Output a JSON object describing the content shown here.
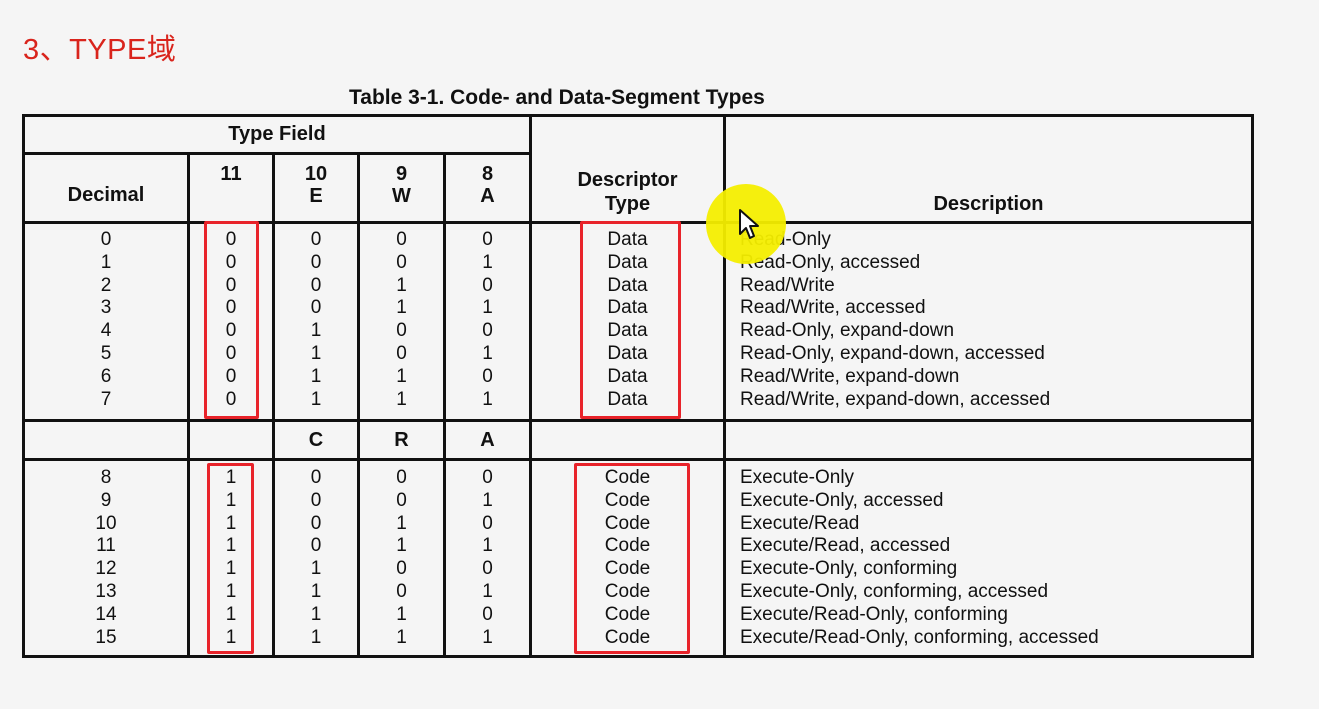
{
  "heading": "3、TYPE域",
  "caption": "Table 3-1.  Code- and Data-Segment Types",
  "header": {
    "type_field": "Type Field",
    "decimal": "Decimal",
    "b11": "11",
    "b10": "10",
    "b10_sub": "E",
    "b9": "9",
    "b9_sub": "W",
    "b8": "8",
    "b8_sub": "A",
    "descriptor_type_1": "Descriptor",
    "descriptor_type_2": "Type",
    "description": "Description"
  },
  "code_header": {
    "c": "C",
    "r": "R",
    "a": "A"
  },
  "data_rows": [
    {
      "dec": "0",
      "b11": "0",
      "b10": "0",
      "b9": "0",
      "b8": "0",
      "type": "Data",
      "desc": "Read-Only"
    },
    {
      "dec": "1",
      "b11": "0",
      "b10": "0",
      "b9": "0",
      "b8": "1",
      "type": "Data",
      "desc": "Read-Only, accessed"
    },
    {
      "dec": "2",
      "b11": "0",
      "b10": "0",
      "b9": "1",
      "b8": "0",
      "type": "Data",
      "desc": "Read/Write"
    },
    {
      "dec": "3",
      "b11": "0",
      "b10": "0",
      "b9": "1",
      "b8": "1",
      "type": "Data",
      "desc": "Read/Write, accessed"
    },
    {
      "dec": "4",
      "b11": "0",
      "b10": "1",
      "b9": "0",
      "b8": "0",
      "type": "Data",
      "desc": "Read-Only, expand-down"
    },
    {
      "dec": "5",
      "b11": "0",
      "b10": "1",
      "b9": "0",
      "b8": "1",
      "type": "Data",
      "desc": "Read-Only, expand-down, accessed"
    },
    {
      "dec": "6",
      "b11": "0",
      "b10": "1",
      "b9": "1",
      "b8": "0",
      "type": "Data",
      "desc": "Read/Write, expand-down"
    },
    {
      "dec": "7",
      "b11": "0",
      "b10": "1",
      "b9": "1",
      "b8": "1",
      "type": "Data",
      "desc": "Read/Write, expand-down, accessed"
    }
  ],
  "code_rows": [
    {
      "dec": "8",
      "b11": "1",
      "b10": "0",
      "b9": "0",
      "b8": "0",
      "type": "Code",
      "desc": "Execute-Only"
    },
    {
      "dec": "9",
      "b11": "1",
      "b10": "0",
      "b9": "0",
      "b8": "1",
      "type": "Code",
      "desc": "Execute-Only, accessed"
    },
    {
      "dec": "10",
      "b11": "1",
      "b10": "0",
      "b9": "1",
      "b8": "0",
      "type": "Code",
      "desc": "Execute/Read"
    },
    {
      "dec": "11",
      "b11": "1",
      "b10": "0",
      "b9": "1",
      "b8": "1",
      "type": "Code",
      "desc": "Execute/Read, accessed"
    },
    {
      "dec": "12",
      "b11": "1",
      "b10": "1",
      "b9": "0",
      "b8": "0",
      "type": "Code",
      "desc": "Execute-Only, conforming"
    },
    {
      "dec": "13",
      "b11": "1",
      "b10": "1",
      "b9": "0",
      "b8": "1",
      "type": "Code",
      "desc": "Execute-Only, conforming, accessed"
    },
    {
      "dec": "14",
      "b11": "1",
      "b10": "1",
      "b9": "1",
      "b8": "0",
      "type": "Code",
      "desc": "Execute/Read-Only, conforming"
    },
    {
      "dec": "15",
      "b11": "1",
      "b10": "1",
      "b9": "1",
      "b8": "1",
      "type": "Code",
      "desc": "Execute/Read-Only, conforming, accessed"
    }
  ],
  "colors": {
    "heading": "#d9241c",
    "box": "#e8232a",
    "highlight": "#f4ee00"
  },
  "icons": {
    "cursor": "move-cursor-icon"
  }
}
